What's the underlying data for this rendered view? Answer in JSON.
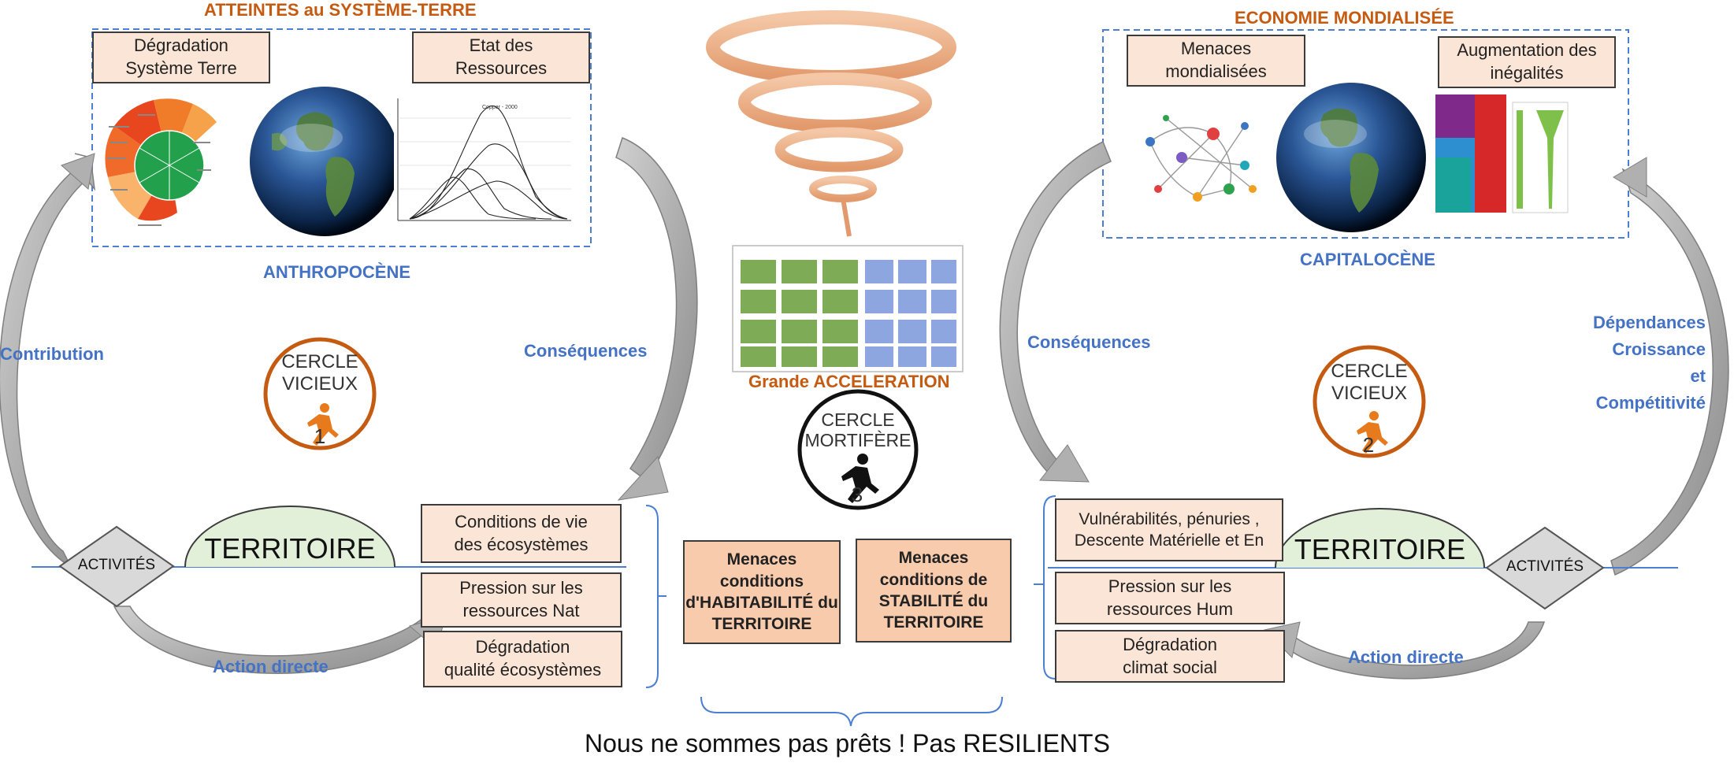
{
  "left": {
    "section_title": "ATTEINTES au SYSTÈME-TERRE",
    "box_degradation": "Dégradation\nSystème Terre",
    "box_etat": "Etat des\nRessources",
    "era_label": "ANTHROPOCÈNE",
    "contribution": "Contribution",
    "consequences": "Conséquences",
    "circle": {
      "line1": "CERCLE",
      "line2": "VICIEUX",
      "number": "1"
    },
    "activites": "ACTIVITÉS",
    "territoire": "TERRITOIRE",
    "action": "Action directe",
    "box_conditions": "Conditions de vie\ndes écosystèmes",
    "box_pression": "Pression sur les\nressources Nat",
    "box_degradation_qualite": "Dégradation\nqualité écosystèmes",
    "chart_labels": [
      "Copper - 2000"
    ]
  },
  "center": {
    "grande": "Grande ACCELERATION",
    "circle": {
      "line1": "CERCLE",
      "line2": "MORTIFÈRE",
      "number": "3"
    },
    "box_habitabilite": "Menaces\nconditions\nd'HABITABILITÉ du\nTERRITOIRE",
    "box_stabilite": "Menaces\nconditions de\nSTABILITÉ du\nTERRITOIRE",
    "footer": "Nous ne sommes pas prêts !  Pas RESILIENTS"
  },
  "right": {
    "section_title": "ECONOMIE MONDIALISÉE",
    "box_menaces": "Menaces\nmondialisées",
    "box_augmentation": "Augmentation des\ninégalités",
    "era_label": "CAPITALOCÈNE",
    "consequences": "Conséquences",
    "dependances": [
      "Dépendances",
      "Croissance",
      "et",
      "Compétitivité"
    ],
    "circle": {
      "line1": "CERCLE",
      "line2": "VICIEUX",
      "number": "2"
    },
    "activites": "ACTIVITÉS",
    "territoire": "TERRITOIRE",
    "action": "Action directe",
    "box_vulnerabilites": "Vulnérabilités, pénuries ,\nDescente Matérielle et En",
    "box_pression": "Pression sur les\nressources Hum",
    "box_degradation": "Dégradation\nclimat social"
  },
  "colors": {
    "orange": "#c55a11",
    "blue": "#4472c4",
    "box_fill": "#fbe5d6",
    "box_fill_strong": "#f8cbad",
    "territoire_fill": "#e2f0d9",
    "arrow_gray": "#a6a6a6"
  },
  "icons": [
    "globe-icon",
    "spiral-icon",
    "runner-icon",
    "planetary-boundaries-chart",
    "resource-peak-chart",
    "network-graph",
    "inequality-chart",
    "acceleration-grid"
  ]
}
